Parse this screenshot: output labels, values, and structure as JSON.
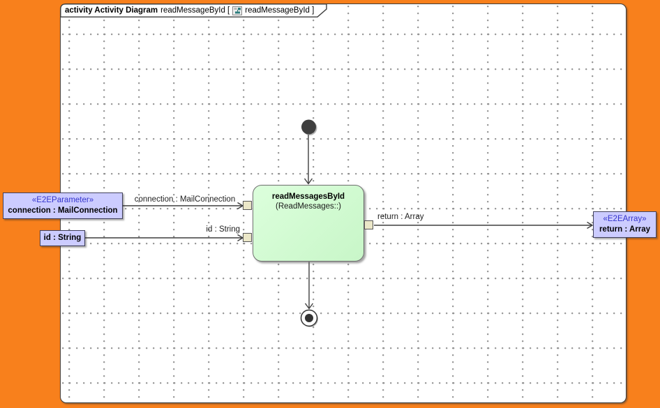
{
  "colors": {
    "window_background": "#F8801C",
    "canvas_background": "#FFFFFF",
    "grid_dot": "#8F8F8F",
    "action_fill": "#CCFFCC",
    "object_node_fill": "#CCCCFF",
    "pin_fill": "#EBE7C8",
    "stereotype_text": "#3434CC",
    "edge_color": "#3F3F3F"
  },
  "frame": {
    "title_bold": "activity Activity Diagram",
    "title_name": "readMessageById [",
    "title_context": "readMessageById ]"
  },
  "action": {
    "name": "readMessagesById",
    "type": "(ReadMessages::)"
  },
  "parameters": {
    "connection": {
      "stereotype": "«E2EParameter»",
      "name": "connection : MailConnection"
    },
    "id": {
      "name": "id : String"
    },
    "return": {
      "stereotype": "«E2EArray»",
      "name": "return : Array"
    }
  },
  "edge_labels": {
    "connection": "connection : MailConnection",
    "id": "id : String",
    "return": "return : Array"
  }
}
